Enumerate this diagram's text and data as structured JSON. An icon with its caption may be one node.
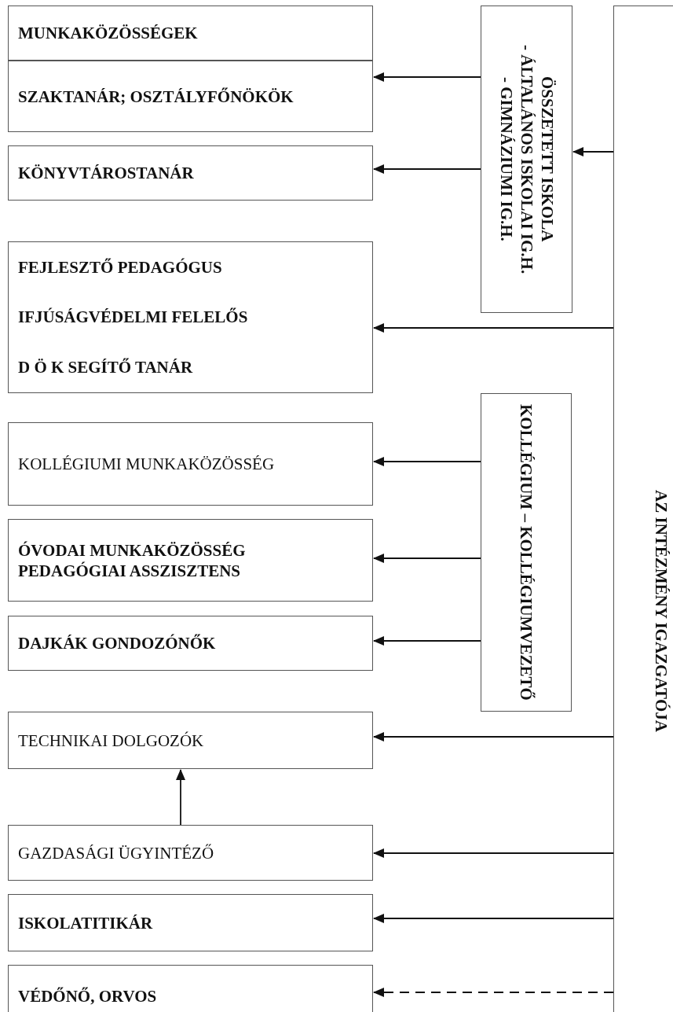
{
  "diagram": {
    "nodes": [
      {
        "text": [
          "MUNKAKÖZÖSSÉGEK"
        ]
      },
      {
        "text": [
          "SZAKTANÁR; OSZTÁLYFŐNÖKÖK"
        ]
      },
      {
        "text": [
          "KÖNYVTÁROSTANÁR"
        ]
      },
      {
        "text": [
          "FEJLESZTŐ PEDAGÓGUS",
          "IFJÚSÁGVÉDELMI FELELŐS",
          "D Ö K SEGÍTŐ TANÁR"
        ]
      },
      {
        "text": [
          "KOLLÉGIUMI MUNKAKÖZÖSSÉG"
        ]
      },
      {
        "text": [
          "ÓVODAI MUNKAKÖZÖSSÉG",
          "PEDAGÓGIAI ASSZISZTENS"
        ]
      },
      {
        "text": [
          "DAJKÁK GONDOZÓNŐK"
        ]
      },
      {
        "text": [
          "TECHNIKAI DOLGOZÓK"
        ]
      },
      {
        "text": [
          "GAZDASÁGI ÜGYINTÉZŐ"
        ]
      },
      {
        "text": [
          "ISKOLATITIKÁR"
        ]
      },
      {
        "text": [
          "VÉDŐNŐ, ORVOS"
        ]
      },
      {
        "text": [
          "ÖSSZETETT ISKOLA",
          "- ÁLTALÁNOS ISKOLAI IG.H.",
          "- GIMNÁZIUMI IG.H."
        ]
      },
      {
        "text": [
          "KOLLÉGIUM – KOLLÉGIUMVEZETŐ"
        ]
      },
      {
        "text": [
          "AZ INTÉZMÉNY IGAZGATÓJA"
        ]
      }
    ],
    "edges": [
      {
        "from": 11,
        "to": 1,
        "arrow": "to"
      },
      {
        "from": 11,
        "to": 2,
        "arrow": "to"
      },
      {
        "from": 13,
        "to": 11,
        "arrow": "to"
      },
      {
        "from": 13,
        "to": 3,
        "arrow": "to"
      },
      {
        "from": 12,
        "to": 4,
        "arrow": "to"
      },
      {
        "from": 12,
        "to": 5,
        "arrow": "to"
      },
      {
        "from": 12,
        "to": 6,
        "arrow": "to"
      },
      {
        "from": 13,
        "to": 7,
        "arrow": "to"
      },
      {
        "from": 8,
        "to": 7,
        "arrow": "to"
      },
      {
        "from": 13,
        "to": 8,
        "arrow": "to"
      },
      {
        "from": 13,
        "to": 9,
        "arrow": "to"
      },
      {
        "from": 13,
        "to": 10,
        "arrow": "to",
        "style": "dashed"
      }
    ]
  }
}
